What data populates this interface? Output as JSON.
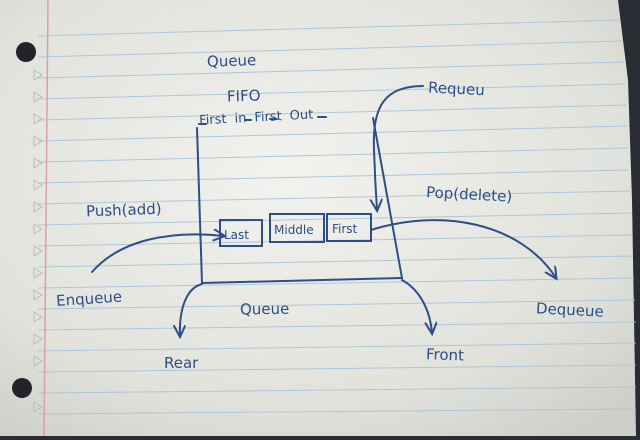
{
  "diagram": {
    "title": "Queue",
    "acronym": "FIFO",
    "expansion": {
      "w1_initial": "F",
      "w1_rest": "irst",
      "w2_initial": "i",
      "w2_rest": "n",
      "w3_initial": "F",
      "w3_rest": "irst",
      "w4_initial": "O",
      "w4_rest": "ut"
    },
    "container_label": "Queue",
    "items": [
      "Last",
      "Middle",
      "First"
    ],
    "labels": {
      "push": "Push(add)",
      "enqueue": "Enqueue",
      "pop": "Pop(delete)",
      "dequeue": "Dequeue",
      "requeue": "Requeu",
      "rear": "Rear",
      "front": "Front"
    }
  },
  "colors": {
    "ink": "#2d4f86",
    "paper": "#ebebe7",
    "rule_line": "#a9c3d8",
    "margin_line": "#d9a0a8"
  }
}
